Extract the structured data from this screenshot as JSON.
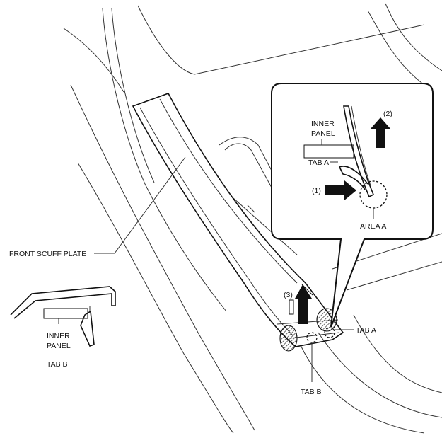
{
  "labels": {
    "front_scuff_plate": "FRONT SCUFF PLATE",
    "inner_panel_detail_line1": "INNER",
    "inner_panel_detail_line2": "PANEL",
    "tab_a_detail": "TAB A",
    "area_a": "AREA A",
    "step_1": "(1)",
    "step_2": "(2)",
    "step_3": "(3)",
    "tab_a_main": "TAB A",
    "tab_b_main": "TAB B",
    "inner_panel_left_line1": "INNER",
    "inner_panel_left_line2": "PANEL",
    "tab_b_left": "TAB B"
  }
}
